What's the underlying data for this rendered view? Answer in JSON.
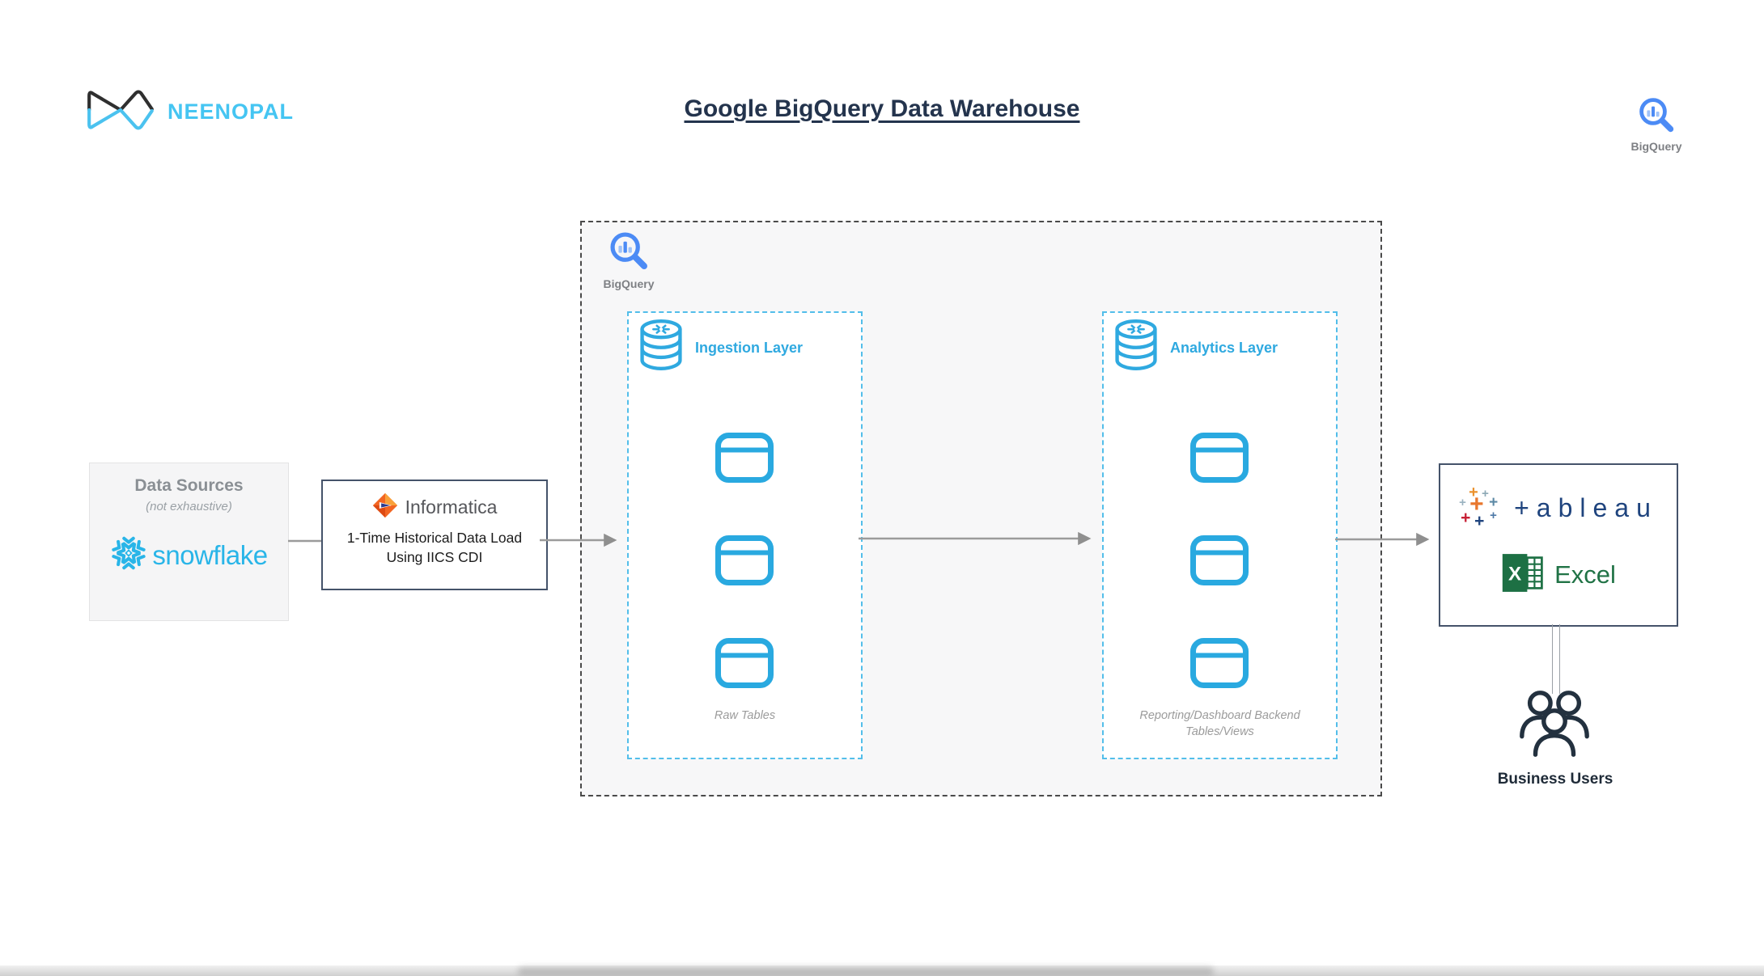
{
  "header": {
    "brand_name": "NEENOPAL",
    "title": "Google BigQuery Data Warehouse",
    "bigquery_label": "BigQuery"
  },
  "data_sources": {
    "title": "Data Sources",
    "subtitle": "(not exhaustive)",
    "snowflake_label": "snowflake"
  },
  "etl": {
    "vendor_label": "Informatica",
    "description_line1": "1-Time Historical Data Load",
    "description_line2": "Using IICS CDI"
  },
  "warehouse": {
    "bigquery_label": "BigQuery",
    "ingestion_layer": {
      "name": "Ingestion Layer",
      "caption": "Raw Tables",
      "table_count": 3
    },
    "analytics_layer": {
      "name": "Analytics Layer",
      "caption": "Reporting/Dashboard Backend Tables/Views",
      "table_count": 3
    }
  },
  "consumption": {
    "tableau_wordmark": "+ableau",
    "excel_label": "Excel",
    "business_users_label": "Business Users"
  },
  "colors": {
    "accent_blue": "#2FA9E0",
    "brand_blue": "#45C5F2",
    "title_navy": "#24344D",
    "bigquery_blue": "#4C8BF5",
    "snowflake_blue": "#29B5E8",
    "informatica_orange": "#F26522",
    "tableau_navy": "#1F447E",
    "excel_green": "#217346",
    "arrow_gray": "#9B9B9B",
    "dark_icon": "#23313F"
  }
}
